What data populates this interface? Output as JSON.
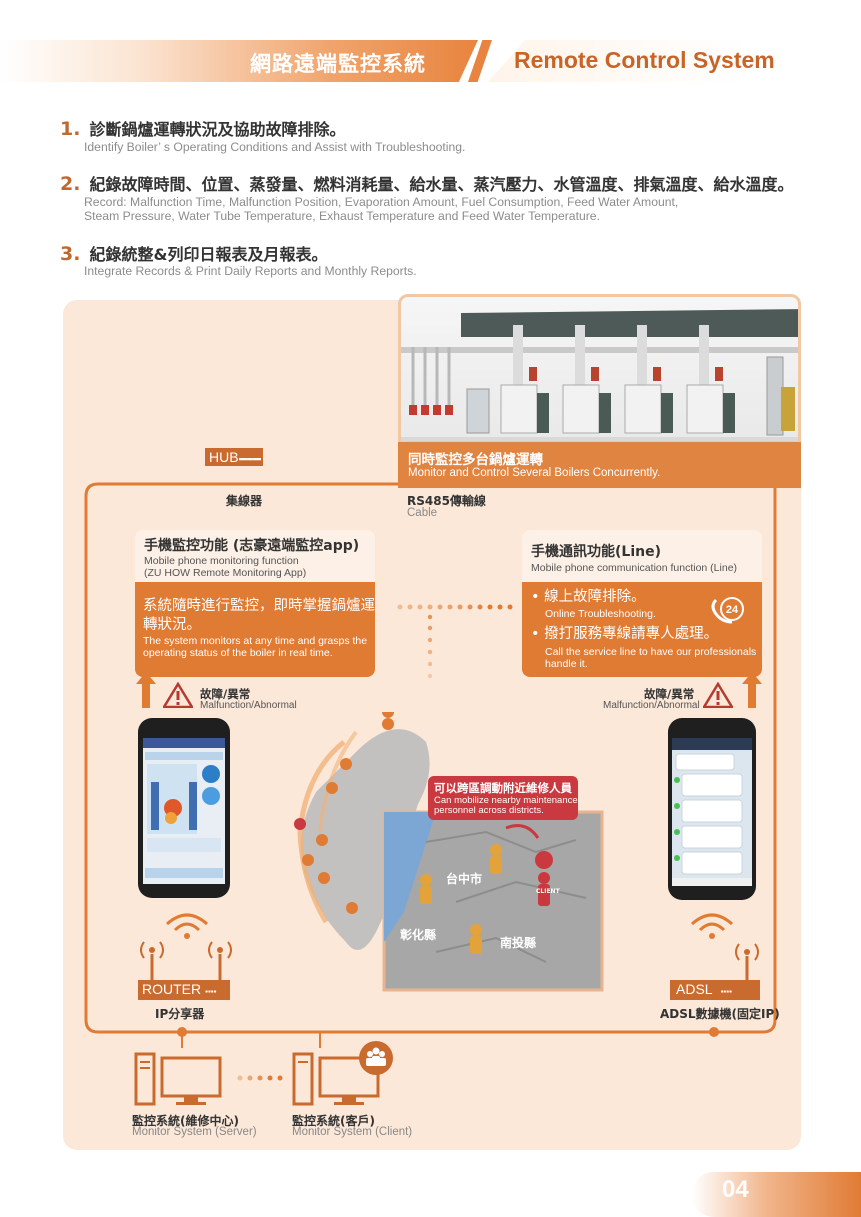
{
  "header": {
    "title_zh": "網路遠端監控系統",
    "title_en": "Remote Control System"
  },
  "points": [
    {
      "num": "1.",
      "zh": "診斷鍋爐運轉狀況及協助故障排除。",
      "en": [
        "Identify Boiler’ s Operating Conditions and Assist with Troubleshooting."
      ]
    },
    {
      "num": "2.",
      "zh": "紀錄故障時間、位置、蒸發量、燃料消耗量、給水量、蒸汽壓力、水管溫度、排氣溫度、給水溫度。",
      "en": [
        "Record: Malfunction Time, Malfunction Position, Evaporation Amount, Fuel Consumption, Feed Water Amount,",
        "Steam Pressure, Water Tube Temperature, Exhaust Temperature and Feed Water Temperature."
      ]
    },
    {
      "num": "3.",
      "zh": "紀錄統整&列印日報表及月報表。",
      "en": [
        "Integrate Records & Print Daily Reports and Monthly Reports."
      ]
    }
  ],
  "boilers": {
    "caption_zh": "同時監控多台鍋爐運轉",
    "caption_en": "Monitor and Control Several Boilers Concurrently."
  },
  "hub": {
    "tag": "HUB",
    "label": "集線器"
  },
  "cable": {
    "zh": "RS485傳輸線",
    "en": "Cable"
  },
  "left_card": {
    "title": "手機監控功能 (志豪遠端監控app)",
    "sub1": "Mobile phone monitoring function",
    "sub2": "(ZU HOW Remote Monitoring App)",
    "body_zh1": "系統隨時進行監控，即時掌握鍋爐運",
    "body_zh2": "轉狀況。",
    "body_en1": "The system monitors at any time and grasps the",
    "body_en2": "operating status of the boiler in real time."
  },
  "right_card": {
    "title": "手機通訊功能(Line)",
    "sub": "Mobile phone communication function (Line)",
    "item1_zh": "線上故障排除。",
    "item1_en": "Online Troubleshooting.",
    "item2_zh": "撥打服務專線請專人處理。",
    "item2_en1": "Call the service line to have our professionals",
    "item2_en2": "handle it.",
    "badge": "24"
  },
  "malfunction": {
    "zh": "故障/異常",
    "en": "Malfunction/Abnormal"
  },
  "map": {
    "callout_zh": "可以跨區調動附近維修人員",
    "callout_en1": "Can mobilize nearby maintenance",
    "callout_en2": "personnel across districts.",
    "city1": "台中市",
    "city2": "彰化縣",
    "city3": "南投縣",
    "client": "CLIENT"
  },
  "router": {
    "tag": "ROUTER",
    "label": "IP分享器"
  },
  "adsl": {
    "tag": "ADSL",
    "label": "ADSL數據機(固定IP)"
  },
  "server": {
    "zh": "監控系統(維修中心)",
    "en": "Monitor System (Server)"
  },
  "client": {
    "zh": "監控系統(客戶)",
    "en": "Monitor System (Client)"
  },
  "page_number": "04",
  "colors": {
    "accent": "#e07b34",
    "dark_accent": "#c0692f",
    "panel": "#fce8d8",
    "callout": "#c9393f"
  }
}
